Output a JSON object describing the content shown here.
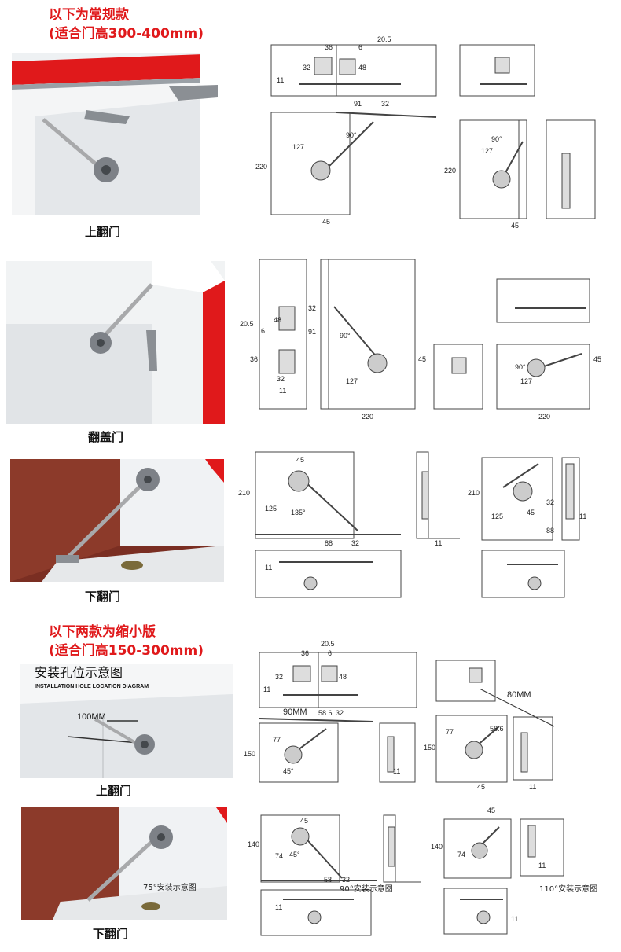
{
  "section1": {
    "title_line1": "以下为常规款",
    "title_line2": "(适合门高300-400mm)",
    "panels": [
      {
        "caption": "上翻门",
        "dims": [
          "20.5",
          "36",
          "6",
          "32",
          "48",
          "11",
          "91",
          "32",
          "127",
          "220",
          "45",
          "90°",
          "220",
          "127",
          "90°",
          "45"
        ]
      },
      {
        "caption": "翻盖门",
        "dims": [
          "20.5",
          "48",
          "6",
          "32",
          "91",
          "36",
          "32",
          "11",
          "127",
          "220",
          "45",
          "90°",
          "127",
          "220",
          "90°",
          "45"
        ]
      },
      {
        "caption": "下翻门",
        "dims": [
          "45",
          "210",
          "125",
          "135°",
          "88",
          "32",
          "11",
          "11",
          "210",
          "125",
          "45",
          "32",
          "88",
          "11"
        ]
      }
    ]
  },
  "section2": {
    "title_line1": "以下两款为缩小版",
    "title_line2": "(适合门高150-300mm)",
    "install_title": "安装孔位示意图",
    "install_subtitle": "INSTALLATION HOLE LOCATION DIAGRAM",
    "measure": "100MM",
    "panels": [
      {
        "caption": "上翻门",
        "measure_a": "90MM",
        "measure_b": "80MM",
        "dims": [
          "20.5",
          "36",
          "6",
          "32",
          "48",
          "11",
          "58.6",
          "32",
          "77",
          "150",
          "45°",
          "11",
          "77",
          "58.6",
          "150",
          "45",
          "11"
        ]
      },
      {
        "caption": "下翻门",
        "labels": [
          "75°安装示意图",
          "90°安装示意图",
          "110°安装示意图"
        ],
        "dims": [
          "45",
          "140",
          "74",
          "45°",
          "58",
          "32",
          "11",
          "140",
          "74",
          "45",
          "11",
          "11"
        ]
      }
    ]
  }
}
